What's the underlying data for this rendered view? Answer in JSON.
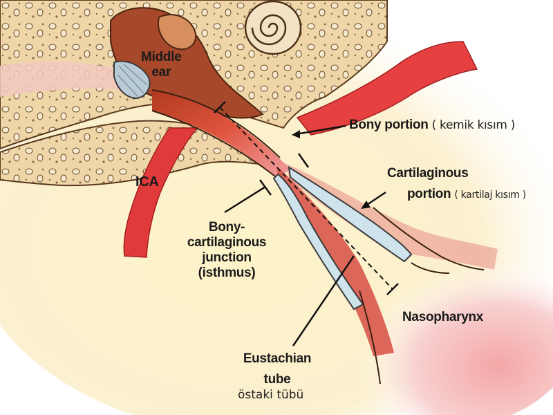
{
  "labels": {
    "middle_ear_1": "Middle",
    "middle_ear_2": "ear",
    "ica": "ICA",
    "bony_portion": "Bony portion",
    "bony_portion_tr": "( kemik kısım )",
    "cartilaginous_1": "Cartilaginous",
    "cartilaginous_2": "portion",
    "cartilaginous_tr": "( kartilaj kısım )",
    "junction_1": "Bony-",
    "junction_2": "cartilaginous",
    "junction_3": "junction",
    "junction_4": "(isthmus)",
    "nasopharynx": "Nasopharynx",
    "eustachian_1": "Eustachian",
    "eustachian_2": "tube",
    "eustachian_tr": "östaki tübü"
  },
  "colors": {
    "bone": "#f0d9b0",
    "soft_tissue": "#fbefc4",
    "artery": "#e23a3a",
    "middle_ear_cavity": "#a94a26",
    "cartilage": "#cfe3ec",
    "mucosa_pink": "#f3b2b2",
    "leader_line": "#111111"
  }
}
